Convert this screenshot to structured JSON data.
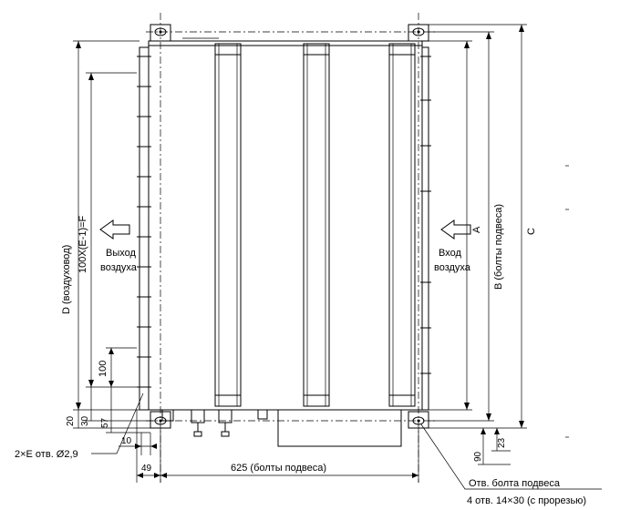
{
  "labels": {
    "duct_dim": "D (воздуховод)",
    "pitch_formula": "100X(E-1)=F",
    "outlet_line1": "Выход",
    "outlet_line2": "воздуха",
    "inlet_line1": "Вход",
    "inlet_line2": "воздуха",
    "dim_a": "A",
    "dim_b": "B (болты подвеса)",
    "dim_c": "C",
    "dim_100": "100",
    "dim_20": "20",
    "dim_30": "30",
    "dim_57": "57",
    "dim_10": "10",
    "dim_49": "49",
    "dim_625": "625 (болты подвеса)",
    "dim_90": "90",
    "dim_23": "23",
    "holes_note": "2×E отв. Ø2,9",
    "bolt_note_line1": "Отв. болта подвеса",
    "bolt_note_line2": "4 отв. 14×30 (с прорезью)"
  }
}
